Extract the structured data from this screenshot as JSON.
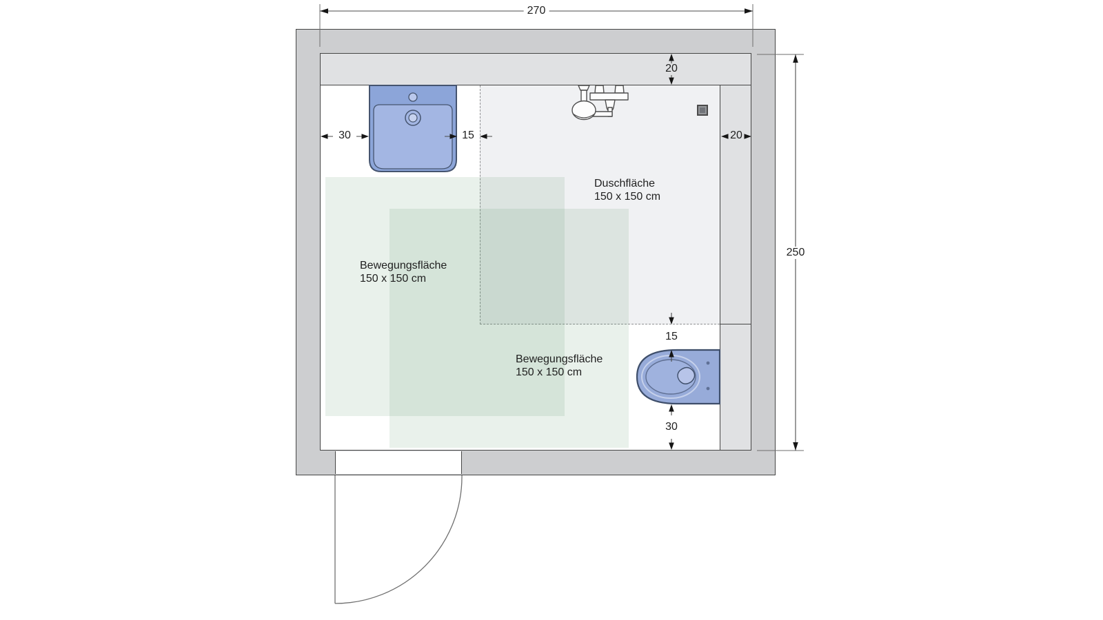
{
  "colors": {
    "wall": "#cdced0",
    "prewall": "#e0e1e3",
    "shower": "#f0f1f3",
    "movement": "rgba(85,148,100,0.13)",
    "outline": "#454545",
    "dimline": "#4a4a4a",
    "arrow": "#161616",
    "text": "#1f1f1f",
    "sanitary_fill": "#8ca5d9",
    "sanitary_stroke": "#45546f"
  },
  "floorplan": {
    "dims": {
      "room_width": "270",
      "room_height": "250",
      "prewall_top_depth": "20",
      "prewall_right_depth": "20",
      "washbasin_left_gap": "30",
      "washbasin_right_gap": "15",
      "wc_top_gap": "15",
      "wc_bottom_gap": "30"
    },
    "areas": {
      "shower": {
        "name": "Duschfläche",
        "size": "150 x 150 cm"
      },
      "movement_1": {
        "name": "Bewegungsfläche",
        "size": "150 x 150 cm"
      },
      "movement_2": {
        "name": "Bewegungsfläche",
        "size": "150 x 150 cm"
      }
    }
  }
}
